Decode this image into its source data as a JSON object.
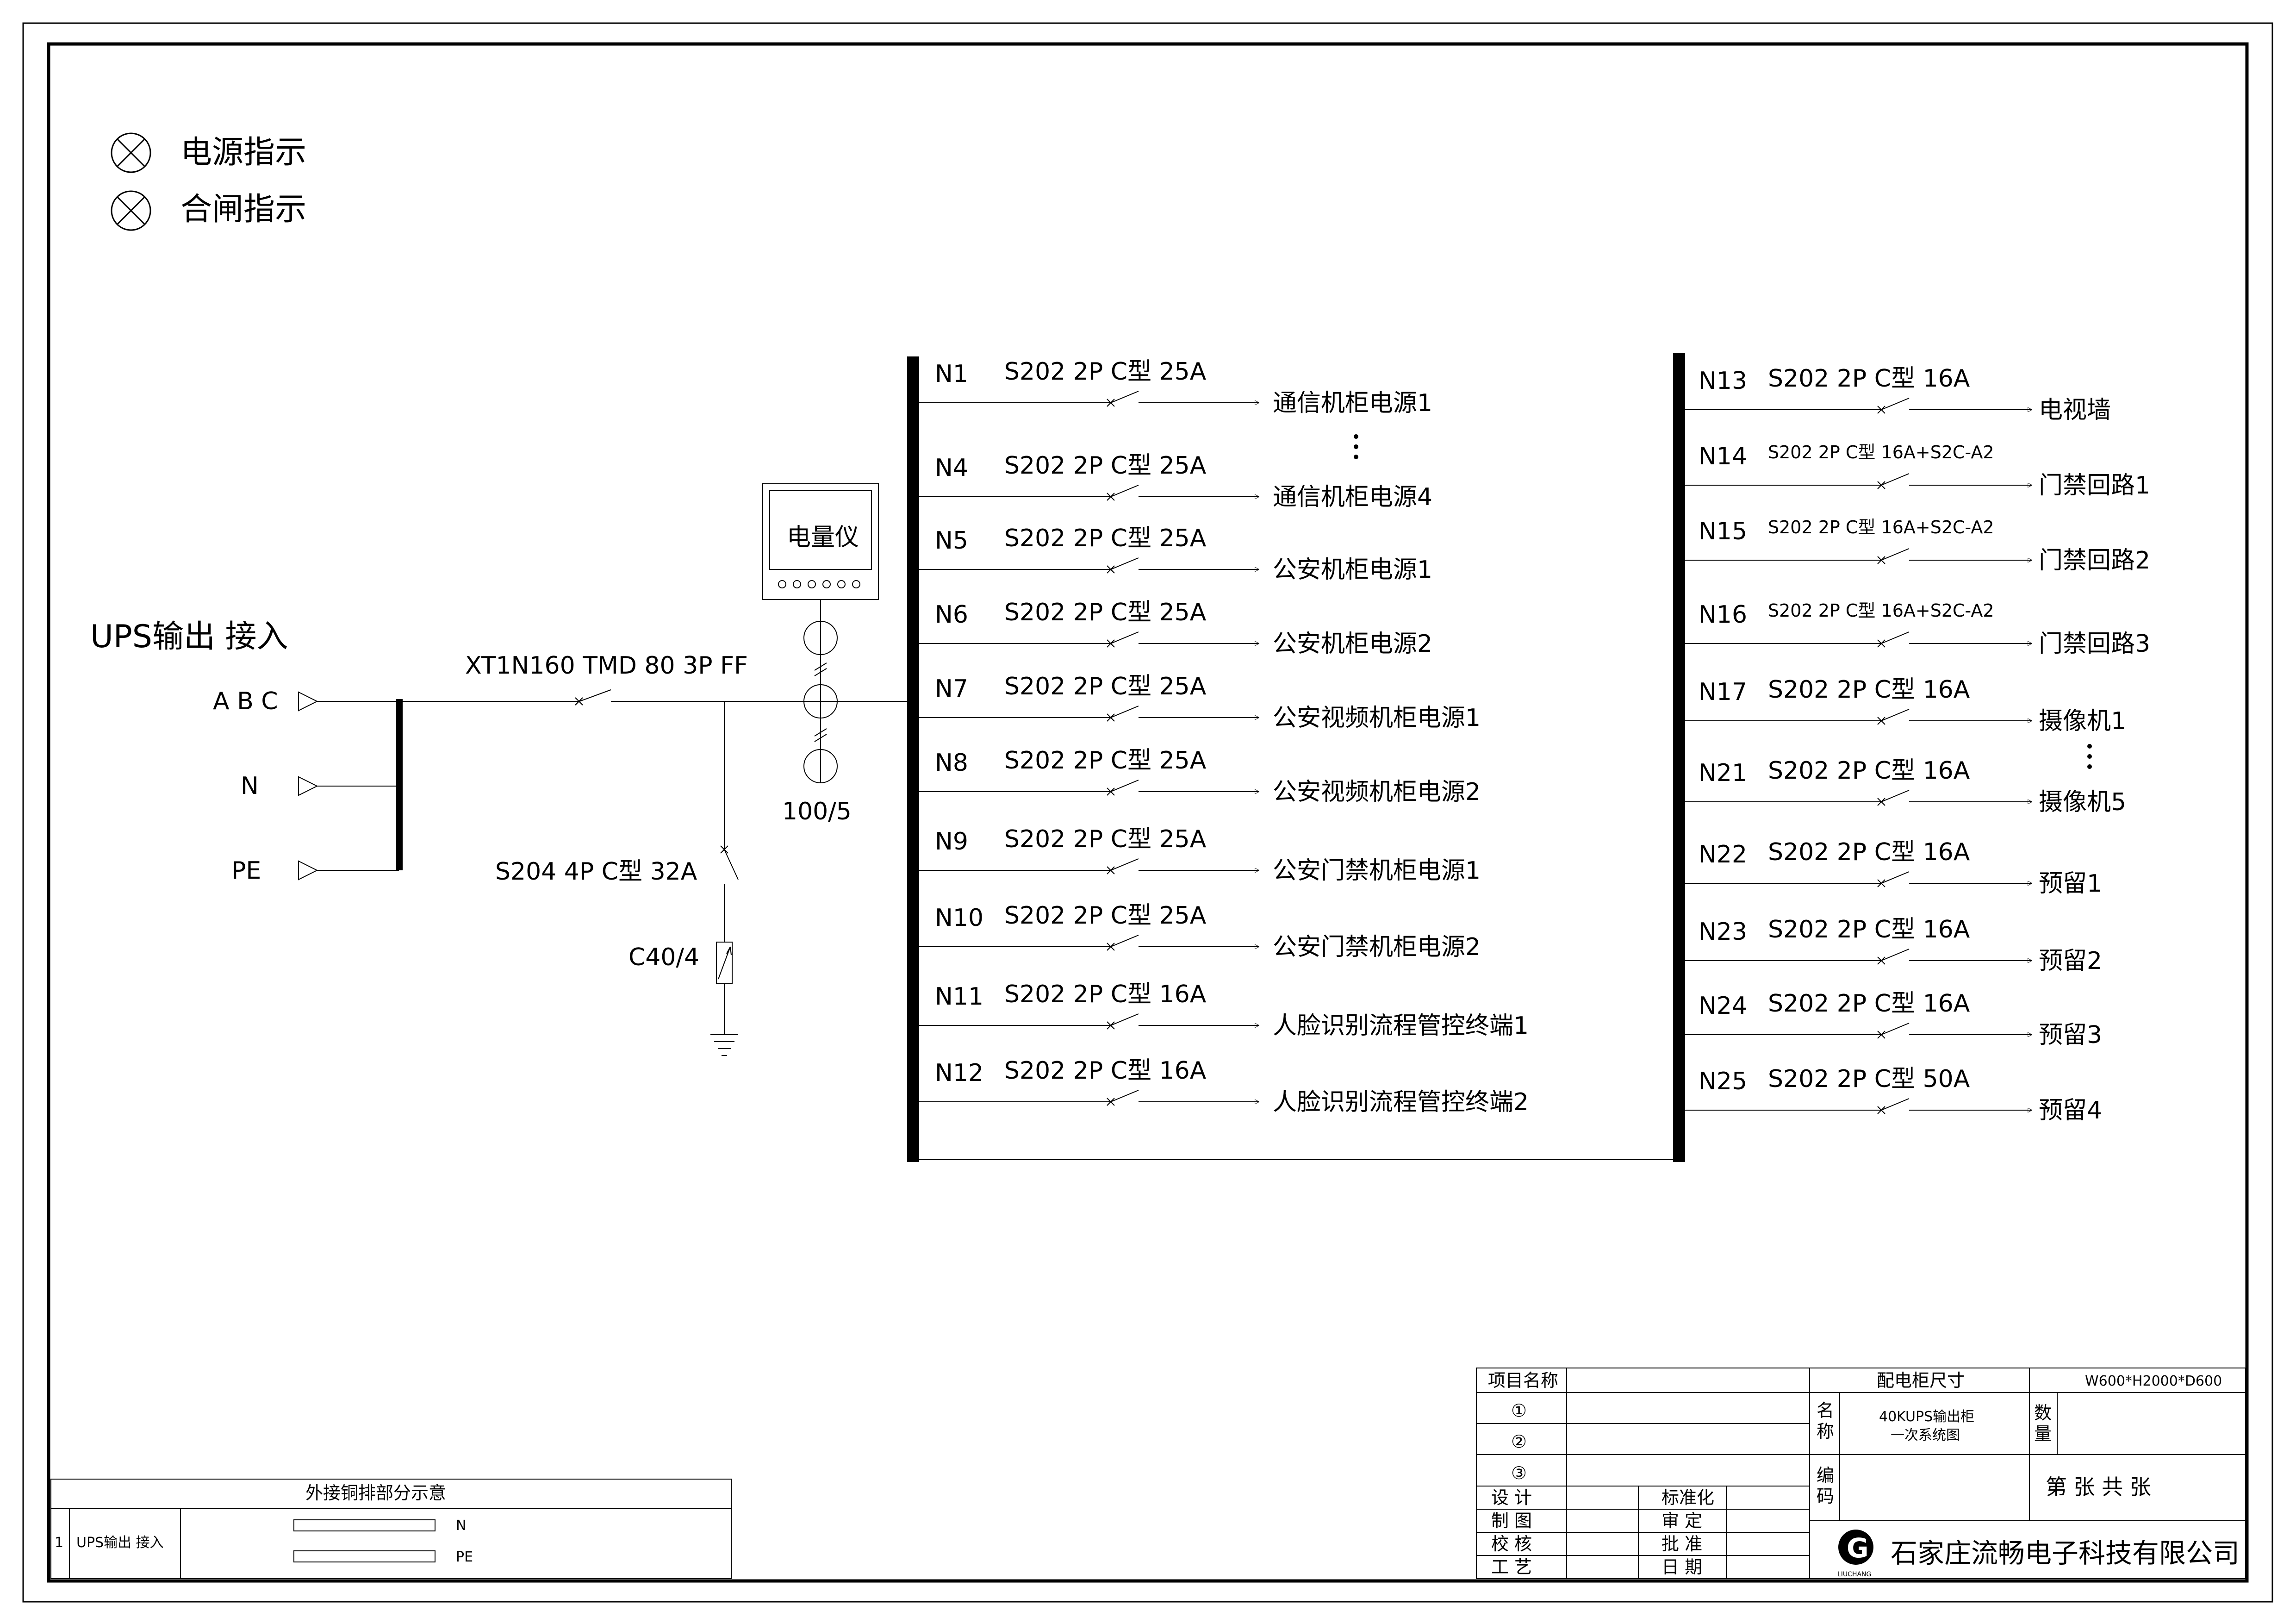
{
  "legend": [
    {
      "label": "电源指示",
      "icon": "indicator-lamp-icon"
    },
    {
      "label": "合闸指示",
      "icon": "indicator-lamp-icon"
    }
  ],
  "input": {
    "title": "UPS输出  接入",
    "phases": [
      "A B C",
      "N",
      "PE"
    ],
    "main_breaker": "XT1N160  TMD  80  3P  FF",
    "meter": "电量仪",
    "ct": "100/5",
    "spd_breaker": "S204  4P  C型  32A",
    "spd": "C40/4"
  },
  "circuits_left": [
    {
      "id": "N1",
      "breaker": "S202  2P  C型  25A",
      "load": "通信机柜电源1"
    },
    {
      "id": "N4",
      "breaker": "S202  2P  C型  25A",
      "load": "通信机柜电源4"
    },
    {
      "id": "N5",
      "breaker": "S202  2P  C型  25A",
      "load": "公安机柜电源1"
    },
    {
      "id": "N6",
      "breaker": "S202  2P  C型  25A",
      "load": "公安机柜电源2"
    },
    {
      "id": "N7",
      "breaker": "S202  2P  C型  25A",
      "load": "公安视频机柜电源1"
    },
    {
      "id": "N8",
      "breaker": "S202  2P  C型  25A",
      "load": "公安视频机柜电源2"
    },
    {
      "id": "N9",
      "breaker": "S202  2P  C型  25A",
      "load": "公安门禁机柜电源1"
    },
    {
      "id": "N10",
      "breaker": "S202  2P  C型  25A",
      "load": "公安门禁机柜电源2"
    },
    {
      "id": "N11",
      "breaker": "S202  2P  C型  16A",
      "load": "人脸识别流程管控终端1"
    },
    {
      "id": "N12",
      "breaker": "S202  2P  C型  16A",
      "load": "人脸识别流程管控终端2"
    }
  ],
  "circuits_right": [
    {
      "id": "N13",
      "breaker": "S202  2P  C型  16A",
      "load": "电视墙",
      "small": false
    },
    {
      "id": "N14",
      "breaker": "S202  2P  C型  16A+S2C-A2",
      "load": "门禁回路1",
      "small": true
    },
    {
      "id": "N15",
      "breaker": "S202  2P  C型  16A+S2C-A2",
      "load": "门禁回路2",
      "small": true
    },
    {
      "id": "N16",
      "breaker": "S202  2P  C型  16A+S2C-A2",
      "load": "门禁回路3",
      "small": true
    },
    {
      "id": "N17",
      "breaker": "S202  2P  C型  16A",
      "load": "摄像机1",
      "small": false
    },
    {
      "id": "N21",
      "breaker": "S202  2P  C型  16A",
      "load": "摄像机5",
      "small": false
    },
    {
      "id": "N22",
      "breaker": "S202  2P  C型  16A",
      "load": "预留1",
      "small": false
    },
    {
      "id": "N23",
      "breaker": "S202  2P  C型  16A",
      "load": "预留2",
      "small": false
    },
    {
      "id": "N24",
      "breaker": "S202  2P  C型  16A",
      "load": "预留3",
      "small": false
    },
    {
      "id": "N25",
      "breaker": "S202  2P  C型  50A",
      "load": "预留4",
      "small": false
    }
  ],
  "busbar_table": {
    "title": "外接铜排部分示意",
    "row_no": "1",
    "row_label": "UPS输出  接入",
    "bars": [
      "N",
      "PE"
    ]
  },
  "title_block": {
    "project_label": "项目名称",
    "marks": [
      "①",
      "②",
      "③"
    ],
    "size_label": "配电柜尺寸",
    "size_value": "W600*H2000*D600",
    "name_label": "名\n称",
    "name_value_1": "40KUPS输出柜",
    "name_value_2": "一次系统图",
    "qty_label": "数\n量",
    "code_label": "编\n码",
    "sheet": "第      张  共      张",
    "roles_left": [
      "设    计",
      "制    图",
      "校    核",
      "工    艺"
    ],
    "roles_right": [
      "标准化",
      "审    定",
      "批    准",
      "日    期"
    ],
    "company": "石家庄流畅电子科技有限公司",
    "logo_text": "LIUCHANG"
  }
}
